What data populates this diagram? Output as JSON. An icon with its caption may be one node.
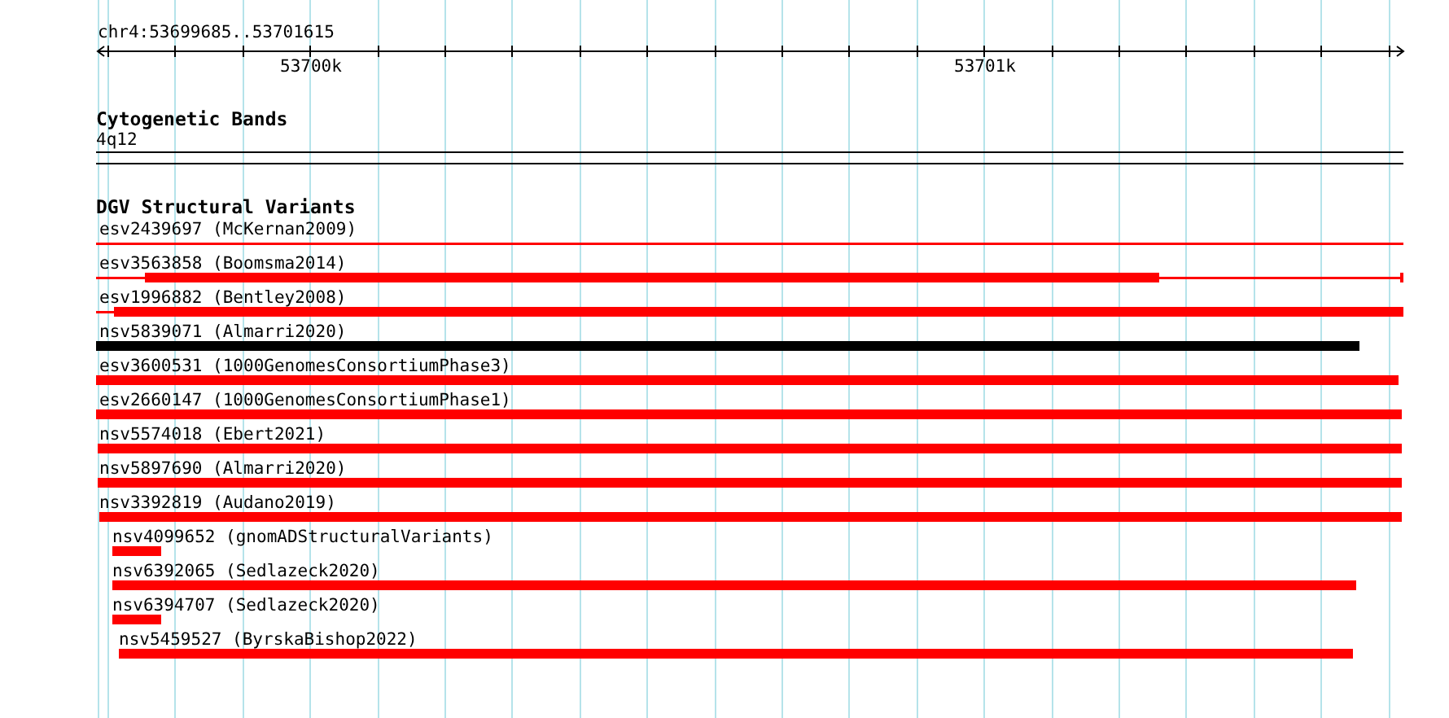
{
  "diagram": {
    "labels": [
      "chr4:53699685..53701615",
      "53700k",
      "53701k",
      "Cytogenetic Bands",
      "4q12",
      "DGV Structural Variants",
      "esv2439697 (McKernan2009)",
      "esv3563858 (Boomsma2014)",
      "esv1996882 (Bentley2008)",
      "nsv5839071 (Almarri2020)",
      "esv3600531 (1000GenomesConsortiumPhase3)",
      "esv2660147 (1000GenomesConsortiumPhase1)",
      "nsv5574018 (Ebert2021)",
      "nsv5897690 (Almarri2020)",
      "nsv3392819 (Audano2019)",
      "nsv4099652 (gnomADStructuralVariants)",
      "nsv6392065 (Sedlazeck2020)",
      "nsv6394707 (Sedlazeck2020)",
      "nsv5459527 (ByrskaBishop2022)"
    ]
  }
}
